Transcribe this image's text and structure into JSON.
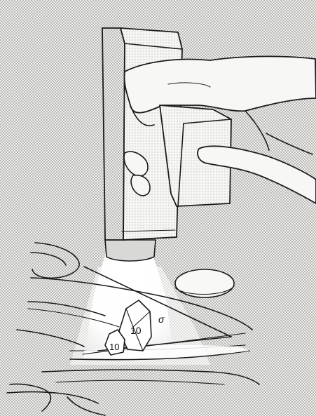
{
  "figure": {
    "labels": {
      "upper_value": "10",
      "lower_value": "10",
      "side_letter": "σ"
    },
    "colors": {
      "paper": "#f4f4f2",
      "screen_dot": "#8c8c8c",
      "ink": "#1b1b1b",
      "beam": "#ffffff"
    }
  }
}
